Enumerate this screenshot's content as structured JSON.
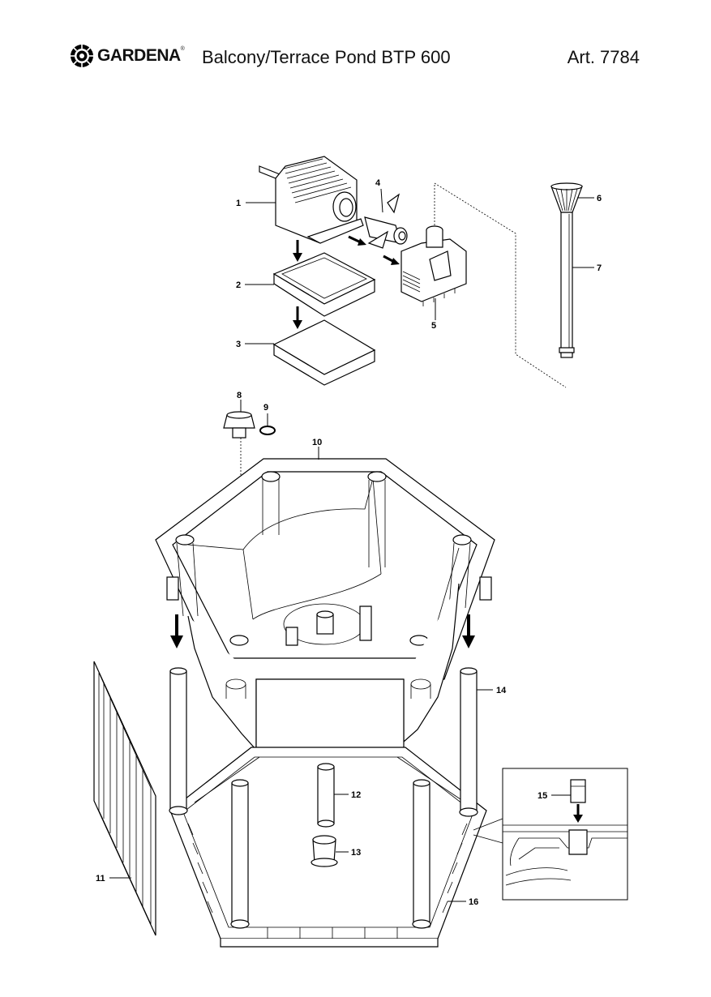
{
  "header": {
    "brand": "GARDENA",
    "brand_mark": "®",
    "title": "Balcony/Terrace Pond BTP 600",
    "article": "Art. 7784"
  },
  "parts": [
    {
      "id": "part-1",
      "number": "1"
    },
    {
      "id": "part-2",
      "number": "2"
    },
    {
      "id": "part-3",
      "number": "3"
    },
    {
      "id": "part-4",
      "number": "4"
    },
    {
      "id": "part-5",
      "number": "5"
    },
    {
      "id": "part-6",
      "number": "6"
    },
    {
      "id": "part-7",
      "number": "7"
    },
    {
      "id": "part-8",
      "number": "8"
    },
    {
      "id": "part-9",
      "number": "9"
    },
    {
      "id": "part-10",
      "number": "10"
    },
    {
      "id": "part-11",
      "number": "11"
    },
    {
      "id": "part-12",
      "number": "12"
    },
    {
      "id": "part-13",
      "number": "13"
    },
    {
      "id": "part-14",
      "number": "14"
    },
    {
      "id": "part-15",
      "number": "15"
    },
    {
      "id": "part-16",
      "number": "16"
    }
  ],
  "icons": {
    "logo": "gardena-flower-logo-icon",
    "arrow": "down-arrow-icon"
  }
}
